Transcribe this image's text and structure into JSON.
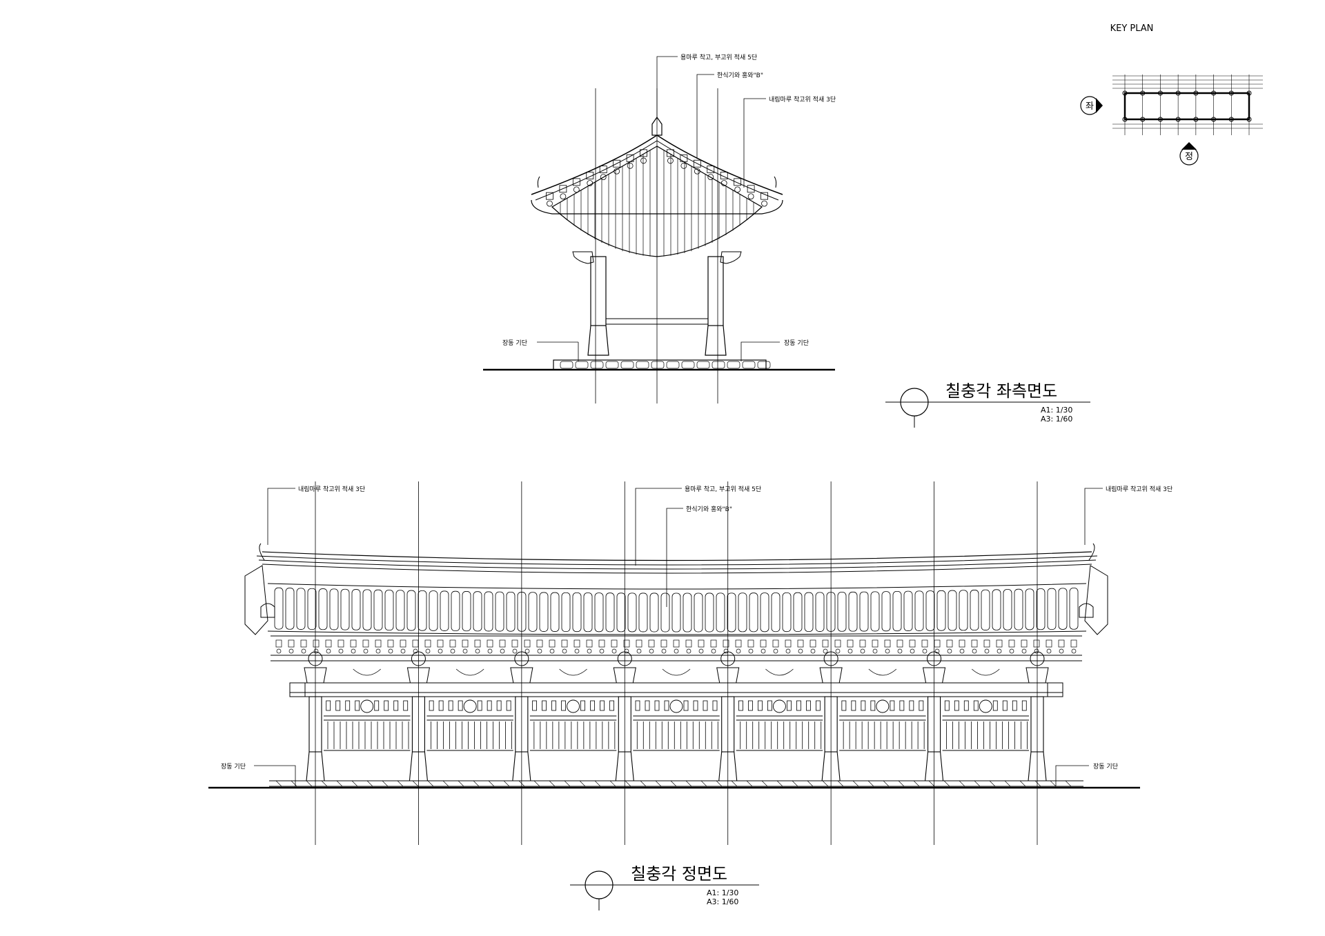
{
  "key_plan": {
    "title": "KEY PLAN",
    "left_marker": "좌",
    "front_marker": "정",
    "column_count": 8
  },
  "side_elevation": {
    "title": "칠충각 좌측면도",
    "scale_a1": "A1: 1/30",
    "scale_a3": "A3: 1/60",
    "notes": {
      "ridge": "용마루 착고, 부고위 적새 5단",
      "tile": "한식기와 홍와\"B\"",
      "hip": "내림마루 착고위 적새 3단",
      "base_left": "장동 기단",
      "base_right": "장동 기단"
    }
  },
  "front_elevation": {
    "title": "칠충각 정면도",
    "scale_a1": "A1: 1/30",
    "scale_a3": "A3: 1/60",
    "bays": 7,
    "notes": {
      "hip_left": "내림마루 착고위 적새 3단",
      "ridge": "용마루 착고, 부고위 적새 5단",
      "tile": "한식기와 홍와\"B\"",
      "hip_right": "내림마루 착고위 적새 3단",
      "base_left": "장동 기단",
      "base_right": "장동 기단"
    }
  }
}
